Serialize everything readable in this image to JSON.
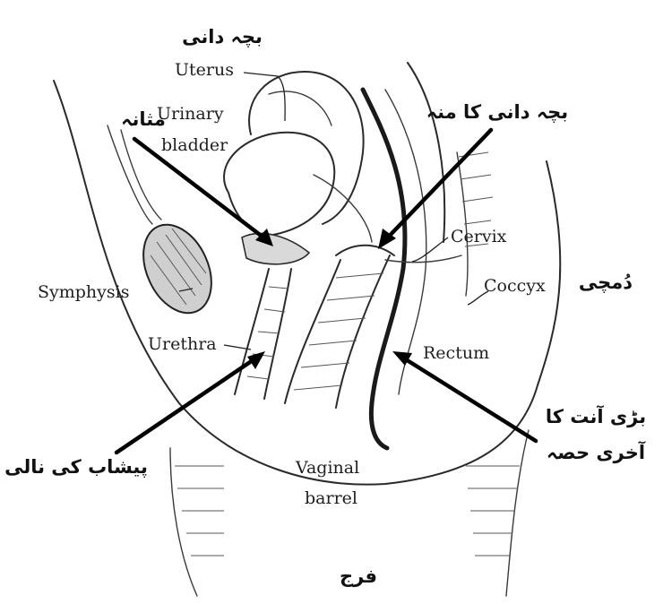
{
  "labels": {
    "uterus": "Uterus",
    "urinary": "Urinary",
    "bladder": "bladder",
    "cervix": "Cervix",
    "coccyx": "Coccyx",
    "symphysis": "Symphysis",
    "urethra": "Urethra",
    "rectum": "Rectum",
    "vaginal": "Vaginal",
    "barrel": "barrel"
  },
  "urdu": {
    "uterus": "بچہ دانی",
    "bladder": "مثانہ",
    "cervix": "بچہ دانی کا منہ",
    "coccyx": "دُمچی",
    "rectum_line1": "بڑی آنت کا",
    "rectum_line2": "آخری حصہ",
    "urethra": "پیشاب کی نالی",
    "vulva": "فرج"
  }
}
